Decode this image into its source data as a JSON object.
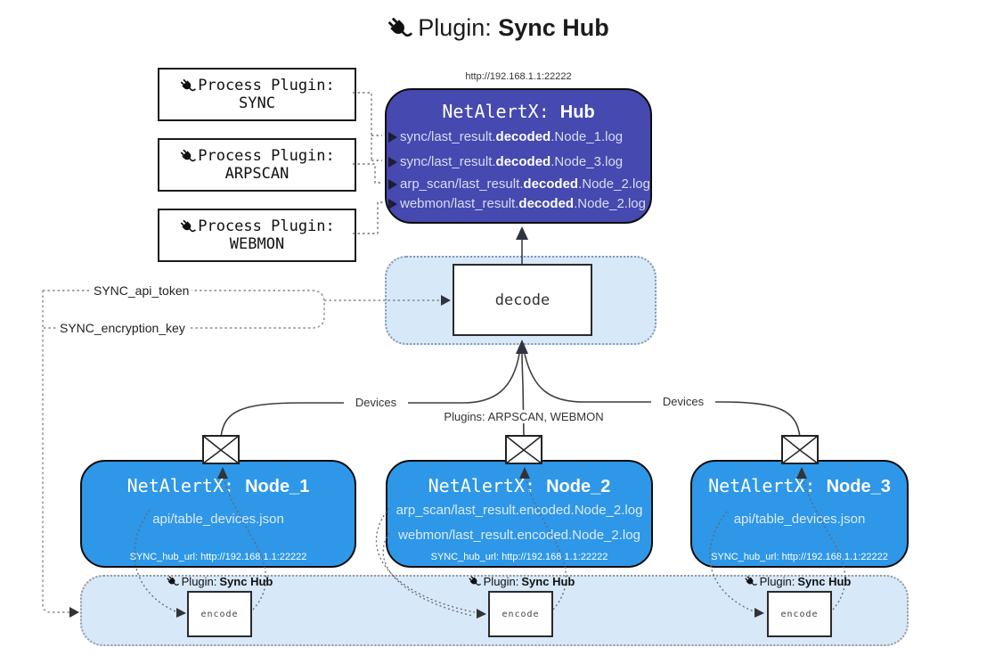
{
  "title": {
    "prefix": "Plugin: ",
    "bold": "Sync Hub"
  },
  "hub": {
    "url": "http://192.168.1.1:22222",
    "name_prefix": "NetAlertX: ",
    "name_bold": "Hub",
    "lines": [
      {
        "pre": "sync/last_result.",
        "mid": "decoded",
        "post": ".Node_1.log"
      },
      {
        "pre": "sync/last_result.",
        "mid": "decoded",
        "post": ".Node_3.log"
      },
      {
        "pre": "arp_scan/last_result.",
        "mid": "decoded",
        "post": ".Node_2.log"
      },
      {
        "pre": "webmon/last_result.",
        "mid": "decoded",
        "post": ".Node_2.log"
      }
    ]
  },
  "process_plugins": [
    {
      "label": "Process Plugin:",
      "name": "SYNC"
    },
    {
      "label": "Process Plugin:",
      "name": "ARPSCAN"
    },
    {
      "label": "Process Plugin:",
      "name": "WEBMON"
    }
  ],
  "decode": {
    "label": "decode"
  },
  "config": {
    "api_token": "SYNC_api_token",
    "encryption_key": "SYNC_encryption_key"
  },
  "edges": {
    "devices_left": "Devices",
    "plugins_middle": "Plugins: ARPSCAN, WEBMON",
    "devices_right": "Devices"
  },
  "nodes": [
    {
      "name_prefix": "NetAlertX: ",
      "name_bold": "Node_1",
      "files": [
        "api/table_devices.json"
      ],
      "hub_url": "SYNC_hub_url: http://192.168.1.1:22222",
      "plugin_prefix": "Plugin: ",
      "plugin_bold": "Sync Hub",
      "encode_label": "encode"
    },
    {
      "name_prefix": "NetAlertX: ",
      "name_bold": "Node_2",
      "files": [
        "arp_scan/last_result.encoded.Node_2.log",
        "webmon/last_result.encoded.Node_2.log"
      ],
      "hub_url": "SYNC_hub_url: http://192.168.1.1:22222",
      "plugin_prefix": "Plugin: ",
      "plugin_bold": "Sync Hub",
      "encode_label": "encode"
    },
    {
      "name_prefix": "NetAlertX: ",
      "name_bold": "Node_3",
      "files": [
        "api/table_devices.json"
      ],
      "hub_url": "SYNC_hub_url: http://192.168.1.1:22222",
      "plugin_prefix": "Plugin: ",
      "plugin_bold": "Sync Hub",
      "encode_label": "encode"
    }
  ],
  "colors": {
    "hub_fill": "#4549B0",
    "node_fill": "#2E97E8",
    "panel_fill": "#D7E8F9",
    "panel_border_blue": "#7C99B5",
    "panel_border_gray": "#999999",
    "wire": "#3f3f3f",
    "dotted_wire": "#777777"
  }
}
